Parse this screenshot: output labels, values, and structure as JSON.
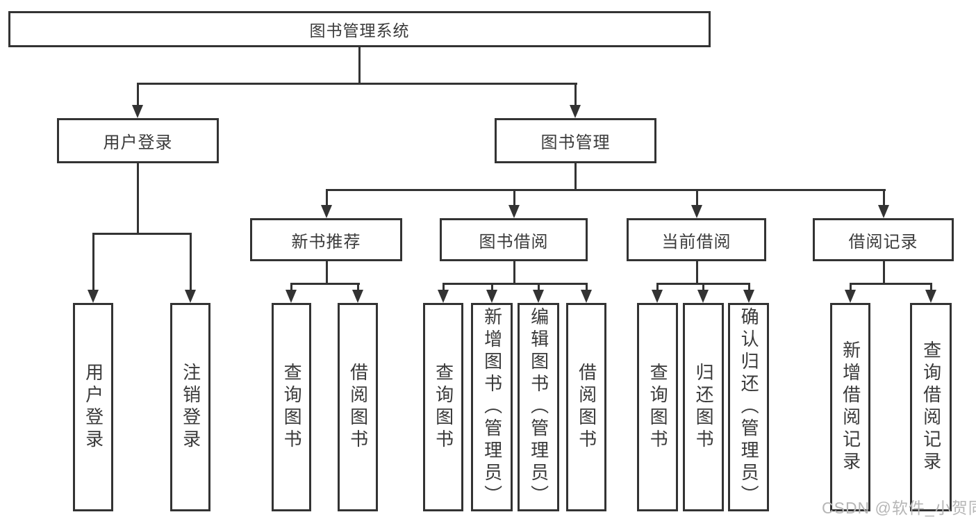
{
  "root": {
    "label": "图书管理系统"
  },
  "user_login": {
    "label": "用户登录",
    "children": [
      {
        "label": "用户登录"
      },
      {
        "label": "注销登录"
      }
    ]
  },
  "book_mgmt": {
    "label": "图书管理",
    "children": [
      {
        "label": "新书推荐",
        "children": [
          {
            "label": "查询图书"
          },
          {
            "label": "借阅图书"
          }
        ]
      },
      {
        "label": "图书借阅",
        "children": [
          {
            "label": "查询图书"
          },
          {
            "label": "新增图书（管理员）"
          },
          {
            "label": "编辑图书（管理员）"
          },
          {
            "label": "借阅图书"
          }
        ]
      },
      {
        "label": "当前借阅",
        "children": [
          {
            "label": "查询图书"
          },
          {
            "label": "归还图书"
          },
          {
            "label": "确认归还（管理员）"
          }
        ]
      },
      {
        "label": "借阅记录",
        "children": [
          {
            "label": "新增借阅记录"
          },
          {
            "label": "查询借阅记录"
          }
        ]
      }
    ]
  },
  "watermark": {
    "text": "CSDN @软件_小贺同学"
  },
  "colors": {
    "line": "#333333",
    "text": "#3a3a3a",
    "watermark": "#b6b6b6",
    "background": "#ffffff"
  }
}
